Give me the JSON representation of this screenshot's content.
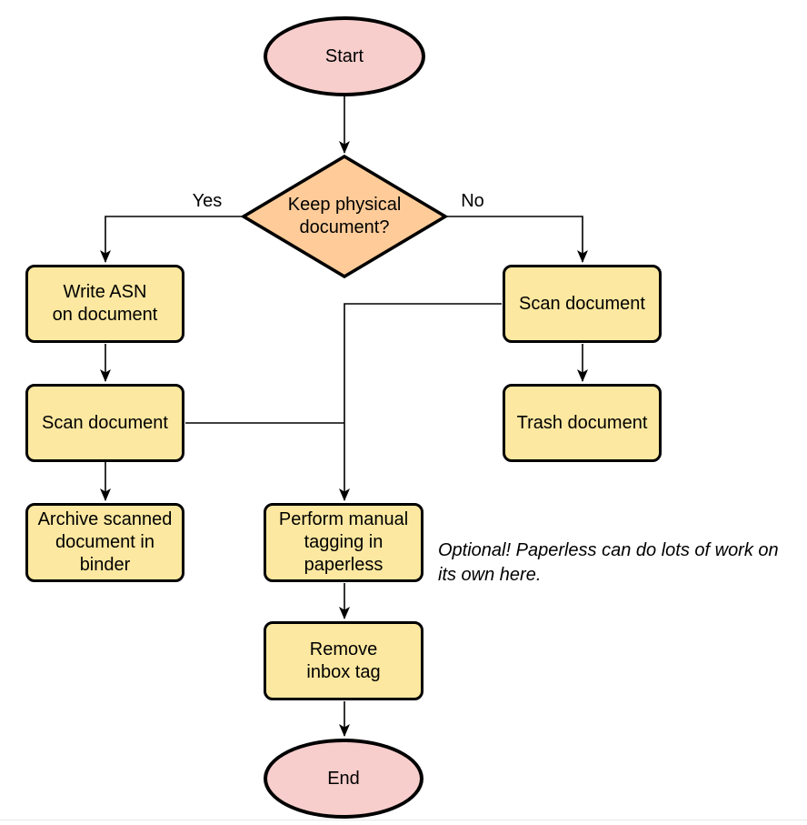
{
  "colors": {
    "terminal_fill": "#f8cecc",
    "decision_fill": "#ffcc99",
    "process_fill": "#fce8a0",
    "stroke": "#000000"
  },
  "nodes": {
    "start": {
      "type": "terminal",
      "label": "Start"
    },
    "decision": {
      "type": "decision",
      "label": "Keep physical\ndocument?"
    },
    "write_asn": {
      "type": "process",
      "label": "Write ASN\non document"
    },
    "scan_left": {
      "type": "process",
      "label": "Scan document"
    },
    "archive": {
      "type": "process",
      "label": "Archive scanned\ndocument in\nbinder"
    },
    "scan_right": {
      "type": "process",
      "label": "Scan document"
    },
    "trash": {
      "type": "process",
      "label": "Trash document"
    },
    "tagging": {
      "type": "process",
      "label": "Perform manual\ntagging in\npaperless"
    },
    "remove_inbox": {
      "type": "process",
      "label": "Remove\ninbox tag"
    },
    "end": {
      "type": "terminal",
      "label": "End"
    }
  },
  "edge_labels": {
    "yes": "Yes",
    "no": "No"
  },
  "annotation": {
    "text": "Optional! Paperless can do lots of work on\nits own here."
  }
}
